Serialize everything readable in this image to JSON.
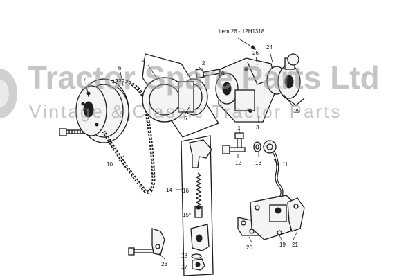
{
  "watermark": {
    "title": "Tractor Spare Parts Ltd",
    "subtitle": "Vintage & Classic Tractor Parts"
  },
  "item_note": "Item 26 - 12H1318",
  "callouts": {
    "c1": "1",
    "c2": "2",
    "c3": "3",
    "c4": "4",
    "c5": "5",
    "c6": "6",
    "c7": "7",
    "c10": "10",
    "c11": "11",
    "c12": "12",
    "c13": "13",
    "c14": "14",
    "c15": "15*",
    "c16": "16",
    "c17": "17",
    "c18": "18",
    "c19": "19",
    "c20": "20",
    "c21": "21",
    "c23": "23",
    "c24": "24",
    "c25": "25",
    "c26": "26"
  }
}
